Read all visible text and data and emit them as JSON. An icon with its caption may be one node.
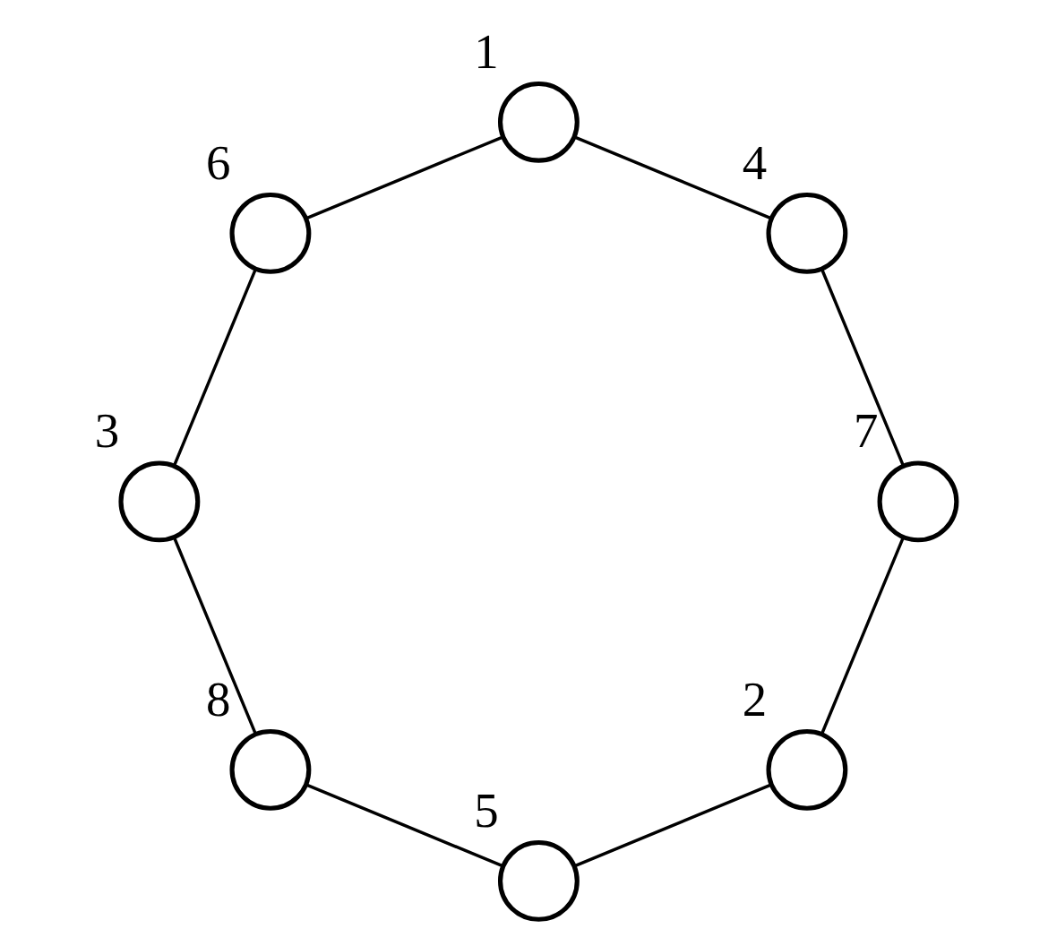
{
  "diagram": {
    "nodes": [
      {
        "text": [],
        "shape": "circle",
        "beside": [
          "2"
        ]
      },
      {
        "text": [],
        "shape": "circle",
        "beside": [
          "3"
        ]
      },
      {
        "text": [],
        "shape": "circle",
        "beside": [
          "1"
        ]
      },
      {
        "text": [],
        "shape": "circle",
        "beside": [
          "4"
        ]
      },
      {
        "text": [],
        "shape": "circle",
        "beside": [
          "8"
        ]
      },
      {
        "text": [],
        "shape": "circle",
        "beside": [
          "5"
        ]
      },
      {
        "text": [],
        "shape": "circle",
        "beside": [
          "7"
        ]
      },
      {
        "text": [],
        "shape": "circle",
        "beside": [
          "6"
        ]
      }
    ],
    "edges": [
      {
        "from": 0,
        "to": 6,
        "arrow": "none"
      },
      {
        "from": 0,
        "to": 5,
        "arrow": "none"
      },
      {
        "from": 1,
        "to": 4,
        "arrow": "none"
      },
      {
        "from": 1,
        "to": 7,
        "arrow": "none"
      },
      {
        "from": 2,
        "to": 3,
        "arrow": "none"
      },
      {
        "from": 2,
        "to": 7,
        "arrow": "none"
      },
      {
        "from": 3,
        "to": 6,
        "arrow": "none"
      },
      {
        "from": 4,
        "to": 5,
        "arrow": "none"
      }
    ]
  }
}
